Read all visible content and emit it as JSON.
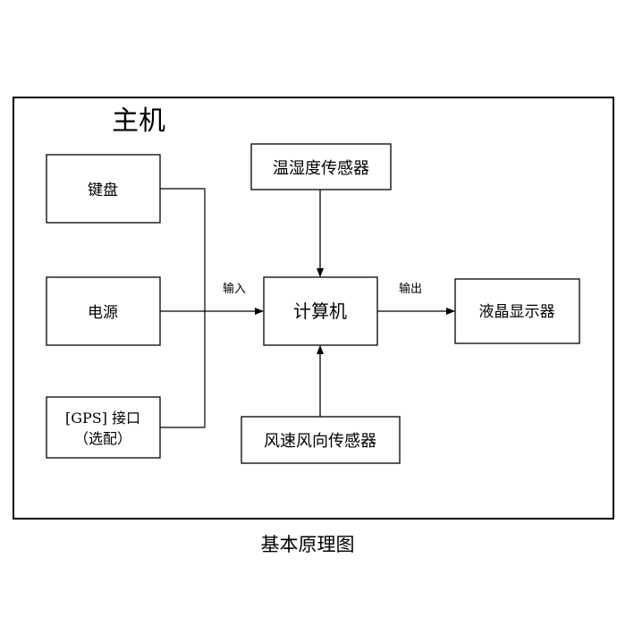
{
  "diagram": {
    "container_title": "主机",
    "caption": "基本原理图",
    "nodes": {
      "keyboard": "键盘",
      "power": "电源",
      "gps_line1": "[GPS] 接口",
      "gps_line2": "（选配）",
      "temp_humidity_sensor": "温湿度传感器",
      "computer": "计算机",
      "wind_sensor": "风速风向传感器",
      "lcd_display": "液晶显示器"
    },
    "edges": {
      "input_label": "输入",
      "output_label": "输出"
    }
  }
}
